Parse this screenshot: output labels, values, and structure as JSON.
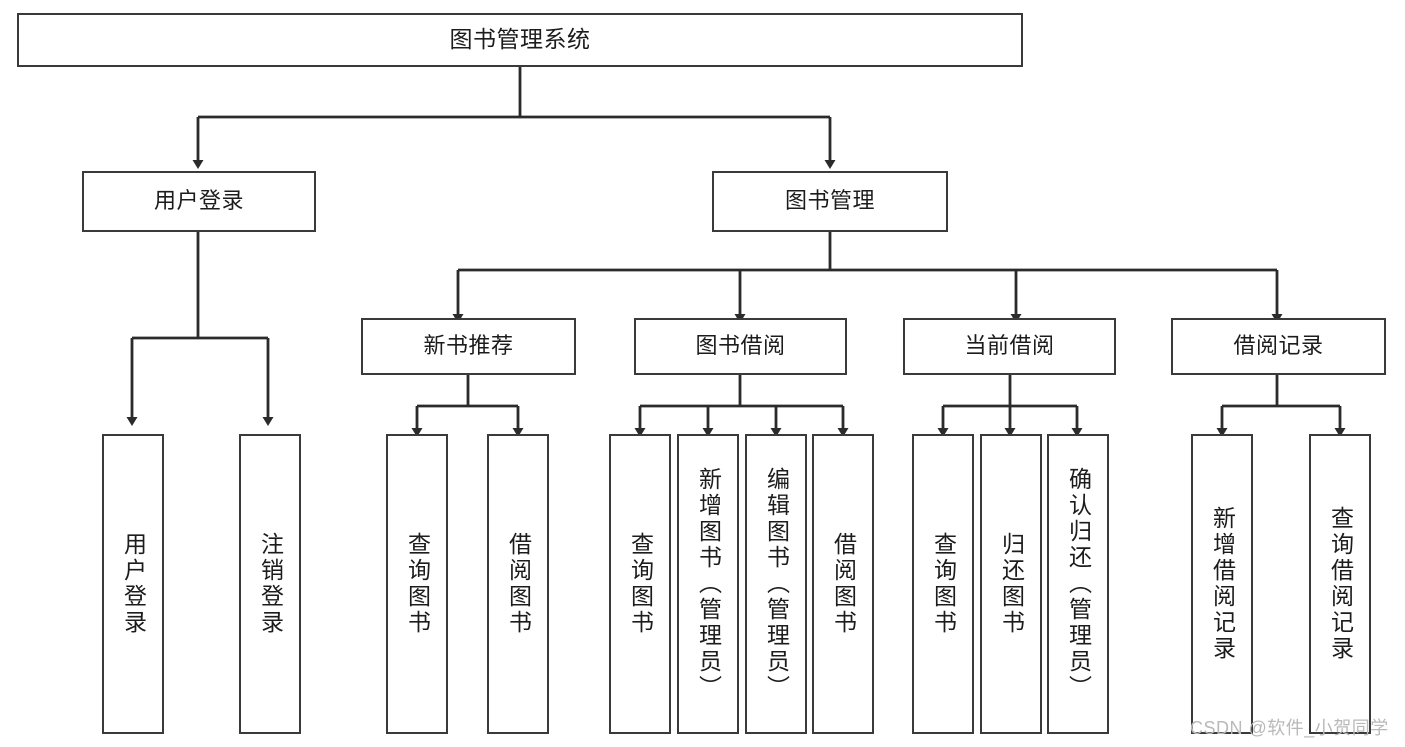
{
  "diagram": {
    "title": "图书管理系统",
    "type": "tree-diagram",
    "colors": {
      "box_border": "#3a3a3a",
      "box_fill": "#ffffff",
      "edge": "#2b2b2b",
      "text": "#1c1c1c",
      "watermark": "#b9b9b9",
      "background": "#ffffff"
    },
    "watermark": "CSDN @软件_小贺同学",
    "levels": {
      "root": {
        "label": "图书管理系统"
      },
      "level2": [
        {
          "label": "用户登录"
        },
        {
          "label": "图书管理"
        }
      ],
      "level3": [
        {
          "label": "新书推荐"
        },
        {
          "label": "图书借阅"
        },
        {
          "label": "当前借阅"
        },
        {
          "label": "借阅记录"
        }
      ],
      "leaves": {
        "user_login": [
          {
            "label": "用户登录"
          },
          {
            "label": "注销登录"
          }
        ],
        "new_book_recommend": [
          {
            "label": "查询图书"
          },
          {
            "label": "借阅图书"
          }
        ],
        "book_borrow": [
          {
            "label": "查询图书"
          },
          {
            "label": "新增图书（管理员）"
          },
          {
            "label": "编辑图书（管理员）"
          },
          {
            "label": "借阅图书"
          }
        ],
        "current_borrow": [
          {
            "label": "查询图书"
          },
          {
            "label": "归还图书"
          },
          {
            "label": "确认归还（管理员）"
          }
        ],
        "borrow_record": [
          {
            "label": "新增借阅记录"
          },
          {
            "label": "查询借阅记录"
          }
        ]
      }
    }
  }
}
